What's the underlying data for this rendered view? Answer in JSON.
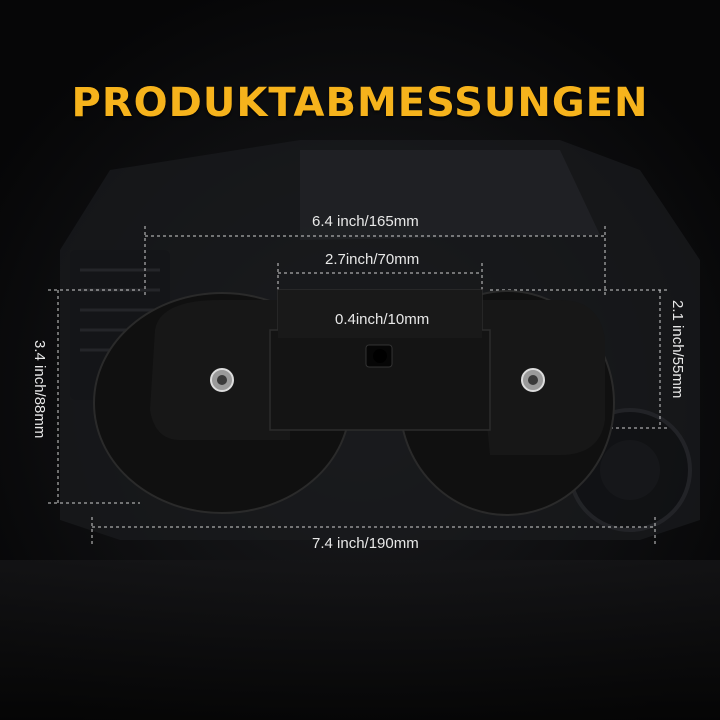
{
  "title": "PRODUKTABMESSUNGEN",
  "dimensions": {
    "overall_width_top": "6.4 inch/165mm",
    "bracket_width": "2.7inch/70mm",
    "hole_diameter": "0.4inch/10mm",
    "overall_height_left": "3.4 inch/88mm",
    "bracket_height_right": "2.1 inch/55mm",
    "overall_width_bottom": "7.4 inch/190mm"
  }
}
